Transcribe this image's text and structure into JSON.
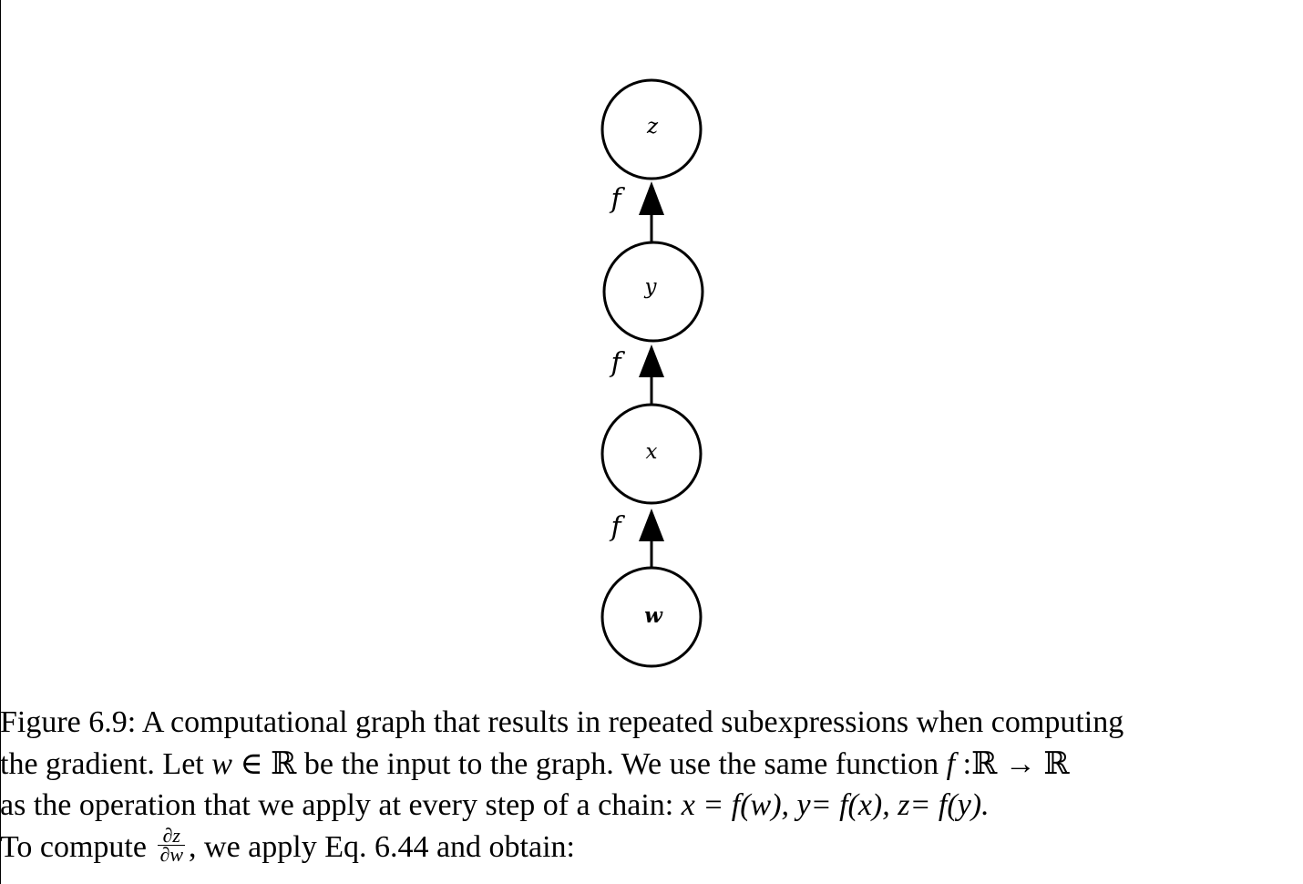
{
  "diagram": {
    "nodes": [
      {
        "id": "z",
        "label": "z",
        "bold": false
      },
      {
        "id": "y",
        "label": "y",
        "bold": false
      },
      {
        "id": "x",
        "label": "x",
        "bold": false
      },
      {
        "id": "w",
        "label": "w",
        "bold": true
      }
    ],
    "edges": [
      {
        "from": "w",
        "to": "x",
        "label": "f"
      },
      {
        "from": "x",
        "to": "y",
        "label": "f"
      },
      {
        "from": "y",
        "to": "z",
        "label": "f"
      }
    ]
  },
  "caption": {
    "line1": {
      "text": "Figure 6.9: A computational graph that results in repeated subexpressions when computing"
    },
    "line2": {
      "pre": "the gradient. Let ",
      "w": "w",
      "in": " ∈ ",
      "R": "ℝ",
      "mid": " be the input to the graph. We use the same function ",
      "f": "f",
      "map": " :ℝ → ℝ"
    },
    "line3": {
      "pre": "as the operation that we apply at every step of a chain: ",
      "eq1": "x = f(w),",
      "eq2": "y= f(x),",
      "eq3": "z= f(y)."
    },
    "line4": {
      "pre": "To compute ",
      "frac_num": "∂z",
      "frac_den": "∂w",
      "post": ", we apply Eq. 6.44 and obtain:"
    }
  }
}
